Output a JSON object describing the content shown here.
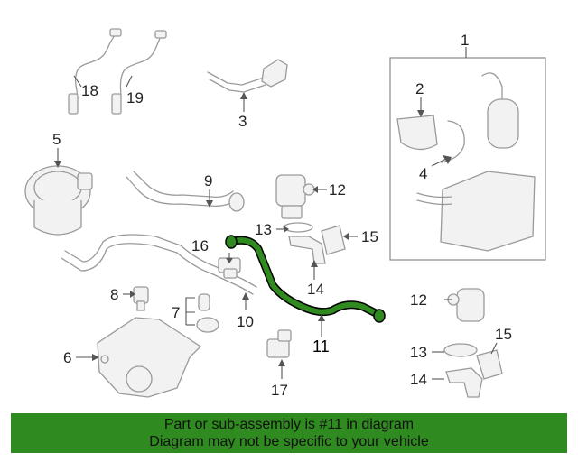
{
  "callouts": {
    "c1": "1",
    "c2": "2",
    "c3": "3",
    "c4": "4",
    "c5": "5",
    "c6": "6",
    "c7": "7",
    "c8": "8",
    "c9": "9",
    "c10": "10",
    "c11": "11",
    "c12a": "12",
    "c12b": "12",
    "c13a": "13",
    "c13b": "13",
    "c14a": "14",
    "c14b": "14",
    "c15a": "15",
    "c15b": "15",
    "c16": "16",
    "c17": "17",
    "c18": "18",
    "c19": "19"
  },
  "highlight_color": "#2f8a1f",
  "banner": {
    "line1": "Part or sub-assembly is #11 in diagram",
    "line2": "Diagram may not be specific to your vehicle"
  }
}
